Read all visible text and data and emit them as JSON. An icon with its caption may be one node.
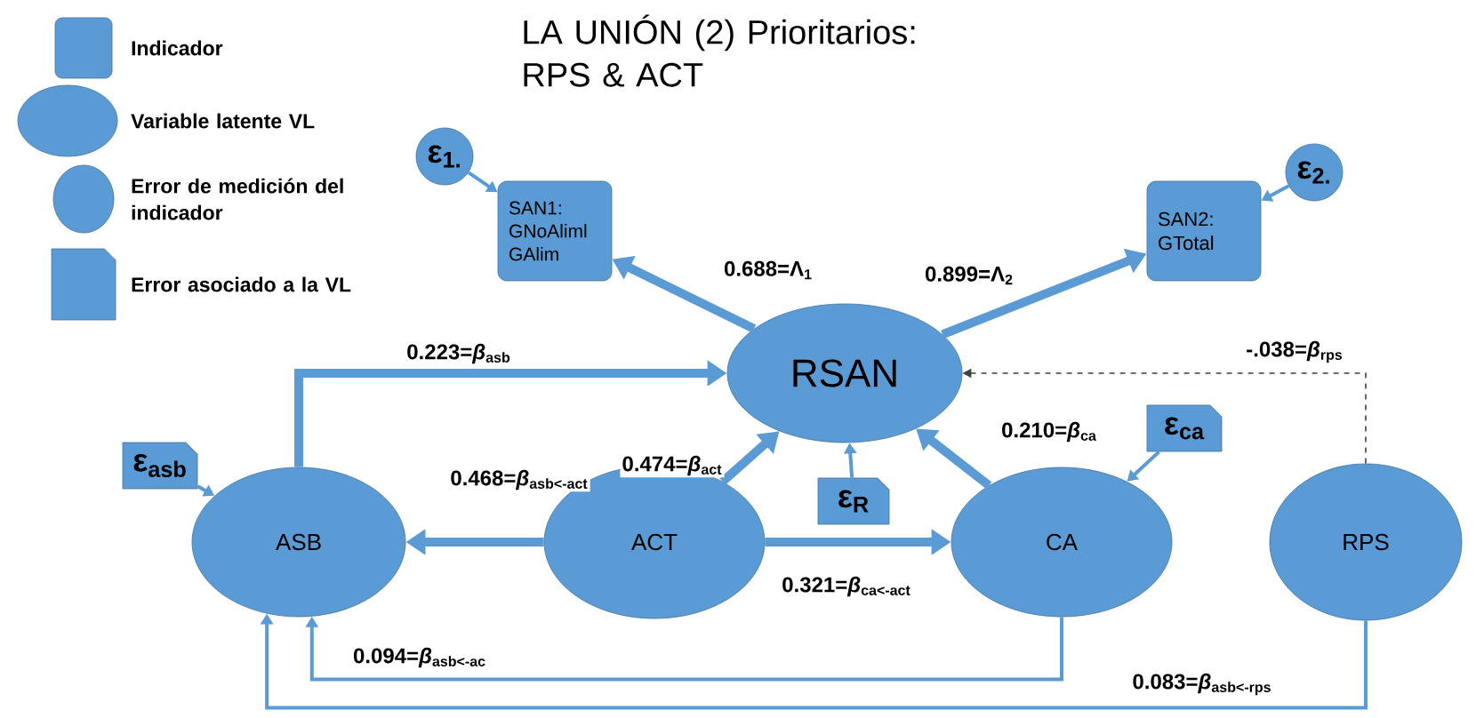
{
  "diagram": {
    "title": "LA UNIÓN (2) Prioritarios: RPS & ACT",
    "nodes": [
      {
        "text": [
          "ε$_{1.}$"
        ]
      },
      {
        "text": [
          "SAN1: GNoAliml GAlim"
        ]
      },
      {
        "text": [
          "RSAN"
        ]
      },
      {
        "text": [
          "SAN2: GTotal"
        ]
      },
      {
        "text": [
          "ε$_{2.}$"
        ]
      },
      {
        "text": [
          "ε$_{asb}$"
        ]
      },
      {
        "text": [
          "ASB"
        ]
      },
      {
        "text": [
          "ACT"
        ]
      },
      {
        "text": [
          "ε$_{R}$"
        ]
      },
      {
        "text": [
          "CA"
        ]
      },
      {
        "text": [
          "ε$_{ca}$"
        ]
      },
      {
        "text": [
          "RPS"
        ]
      }
    ],
    "edges": [
      {
        "from": 0,
        "to": 1,
        "arrow": "to"
      },
      {
        "from": 2,
        "to": 1,
        "arrow": "to",
        "style": "thick",
        "label": "0.688=Λ$_{1}$"
      },
      {
        "from": 2,
        "to": 3,
        "arrow": "to",
        "style": "thick",
        "label": "0.899=Λ$_{2}$"
      },
      {
        "from": 4,
        "to": 3,
        "arrow": "to"
      },
      {
        "from": 6,
        "to": 2,
        "arrow": "to",
        "style": "thick",
        "label": "0.223=*β*$_{asb}$"
      },
      {
        "from": 5,
        "to": 6,
        "arrow": "to"
      },
      {
        "from": 7,
        "to": 6,
        "arrow": "to",
        "style": "thick",
        "label": "0.468=*β*$_{asb<-act}$"
      },
      {
        "from": 7,
        "to": 2,
        "arrow": "to",
        "style": "thick",
        "label": "0.474=*β*$_{act}$"
      },
      {
        "from": 8,
        "to": 2,
        "arrow": "to"
      },
      {
        "from": 7,
        "to": 9,
        "arrow": "to",
        "style": "thick",
        "label": "0.321=*β*$_{ca<-act}$"
      },
      {
        "from": 9,
        "to": 2,
        "arrow": "to",
        "style": "thick",
        "label": "0.210=*β*$_{ca}$"
      },
      {
        "from": 10,
        "to": 9,
        "arrow": "to"
      },
      {
        "from": 11,
        "to": 2,
        "arrow": "to",
        "style": "dashed",
        "color": "#404040",
        "label": "-.038=*β*$_{rps}$"
      },
      {
        "from": 9,
        "to": 6,
        "arrow": "to",
        "label": "0.094=*β*$_{asb<-ac}$"
      },
      {
        "from": 11,
        "to": 6,
        "arrow": "to",
        "label": "0.083=*β*$_{asb<-rps}$"
      }
    ],
    "legend": [
      {
        "text": "Indicador"
      },
      {
        "text": "Variable latente VL"
      },
      {
        "text": "Error de medición del indicador"
      },
      {
        "text": "Error asociado a la VL"
      }
    ]
  }
}
